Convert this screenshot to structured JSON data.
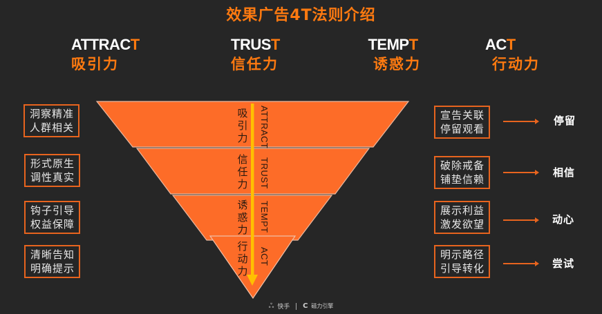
{
  "title": "效果广告4T法则介绍",
  "stages": [
    {
      "en_head": "ATTRAC",
      "en_tail": "T",
      "cn": "吸引力"
    },
    {
      "en_head": "TRUS",
      "en_tail": "T",
      "cn": "信任力"
    },
    {
      "en_head": "TEMP",
      "en_tail": "T",
      "cn": "诱惑力"
    },
    {
      "en_head": "AC",
      "en_tail": "T",
      "cn": "行动力"
    }
  ],
  "left_boxes": [
    {
      "line1": "洞察精准",
      "line2": "人群相关"
    },
    {
      "line1": "形式原生",
      "line2": "调性真实"
    },
    {
      "line1": "钩子引导",
      "line2": "权益保障"
    },
    {
      "line1": "清晰告知",
      "line2": "明确提示"
    }
  ],
  "funnel_layers": [
    {
      "cn": [
        "吸",
        "引",
        "力"
      ],
      "en": "ATTRACT"
    },
    {
      "cn": [
        "信",
        "任",
        "力"
      ],
      "en": "TRUST"
    },
    {
      "cn": [
        "诱",
        "惑",
        "力"
      ],
      "en": "TEMPT"
    },
    {
      "cn": [
        "行",
        "动",
        "力"
      ],
      "en": "ACT"
    }
  ],
  "right_boxes": [
    {
      "line1": "宣告关联",
      "line2": "停留观看",
      "result": "停留"
    },
    {
      "line1": "破除戒备",
      "line2": "铺垫信赖",
      "result": "相信"
    },
    {
      "line1": "展示利益",
      "line2": "激发欲望",
      "result": "动心"
    },
    {
      "line1": "明示路径",
      "line2": "引导转化",
      "result": "尝试"
    }
  ],
  "footer": {
    "brand1_icon": "kuaishou-logo-icon",
    "brand1": "快手",
    "brand2_icon": "cili-engine-logo-icon",
    "brand2": "磁力引擎"
  },
  "colors": {
    "background": "#262626",
    "accent": "#ff7a10",
    "funnel_fill": "#fd6c28",
    "arrow": "#ffbf00",
    "box_border": "#e8641e"
  }
}
